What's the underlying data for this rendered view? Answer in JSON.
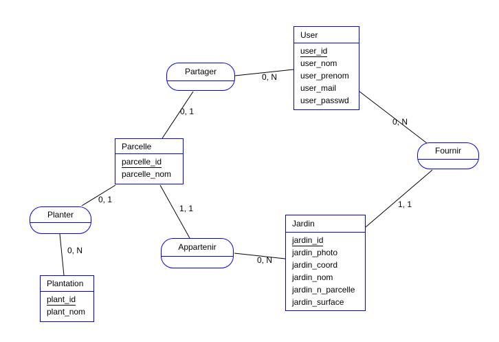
{
  "diagram": {
    "type": "merise-entity-relationship",
    "colors": {
      "shape_border": "#0000f0",
      "connector_line": "#000000",
      "text": "#000000",
      "background": "#ffffff"
    },
    "entities": [
      {
        "name": "User",
        "primary_key": "user_id",
        "attributes": [
          "user_id",
          "user_nom",
          "user_prenom",
          "user_mail",
          "user_passwd"
        ]
      },
      {
        "name": "Parcelle",
        "primary_key": "parcelle_id",
        "attributes": [
          "parcelle_id",
          "parcelle_nom"
        ]
      },
      {
        "name": "Jardin",
        "primary_key": "jardin_id",
        "attributes": [
          "jardin_id",
          "jardin_photo",
          "jardin_coord",
          "jardin_nom",
          "jardin_n_parcelle",
          "jardin_surface"
        ]
      },
      {
        "name": "Plantation",
        "primary_key": "plant_id",
        "attributes": [
          "plant_id",
          "plant_nom"
        ]
      }
    ],
    "relations": [
      {
        "name": "Partager"
      },
      {
        "name": "Fournir"
      },
      {
        "name": "Planter"
      },
      {
        "name": "Appartenir"
      }
    ],
    "connections": [
      {
        "from": "Partager",
        "to": "User",
        "cardinality": "0, N"
      },
      {
        "from": "Partager",
        "to": "Parcelle",
        "cardinality": "0, 1"
      },
      {
        "from": "User",
        "to": "Fournir",
        "cardinality": "0, N"
      },
      {
        "from": "Fournir",
        "to": "Jardin",
        "cardinality": "1, 1"
      },
      {
        "from": "Parcelle",
        "to": "Appartenir",
        "cardinality": "1, 1"
      },
      {
        "from": "Appartenir",
        "to": "Jardin",
        "cardinality": "0, N"
      },
      {
        "from": "Parcelle",
        "to": "Planter",
        "cardinality": "0, 1"
      },
      {
        "from": "Planter",
        "to": "Plantation",
        "cardinality": "0, N"
      }
    ]
  }
}
